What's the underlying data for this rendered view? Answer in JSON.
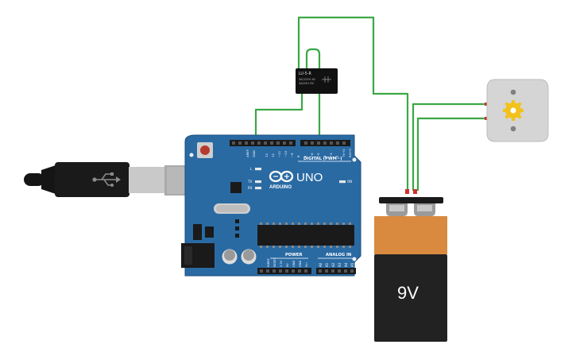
{
  "relay": {
    "model": "LU-5-R",
    "spec_line1": "3A/125V AC",
    "spec_line2": "3A/24V DC"
  },
  "arduino": {
    "brand": "ARDUINO",
    "model": "UNO",
    "digital_label": "DIGITAL (PWM~)",
    "power_label": "POWER",
    "analog_label": "ANALOG IN",
    "on_label": "ON",
    "led_labels": [
      "L",
      "TX",
      "RX"
    ],
    "top_pins": [
      "AREF",
      "GND",
      "13",
      "12",
      "~11",
      "~10",
      "~9",
      "8",
      "7",
      "~6",
      "~5",
      "4",
      "~3",
      "2",
      "TX→1",
      "RX←0"
    ],
    "power_pins": [
      "IOREF",
      "RESET",
      "3.3V",
      "5V",
      "GND",
      "GND",
      "Vin"
    ],
    "analog_pins": [
      "A0",
      "A1",
      "A2",
      "A3",
      "A4",
      "A5"
    ]
  },
  "battery": {
    "label": "9V"
  },
  "colors": {
    "wire": "#3aa845",
    "board": "#2a6aa3",
    "board_dark": "#1d4f7c",
    "battery_top": "#d98a3f",
    "battery_body": "#222222",
    "motor_gear": "#f2c21b"
  },
  "icons": {
    "usb_symbol": "usb-icon",
    "arduino_logo": "infinity-logo-icon"
  }
}
